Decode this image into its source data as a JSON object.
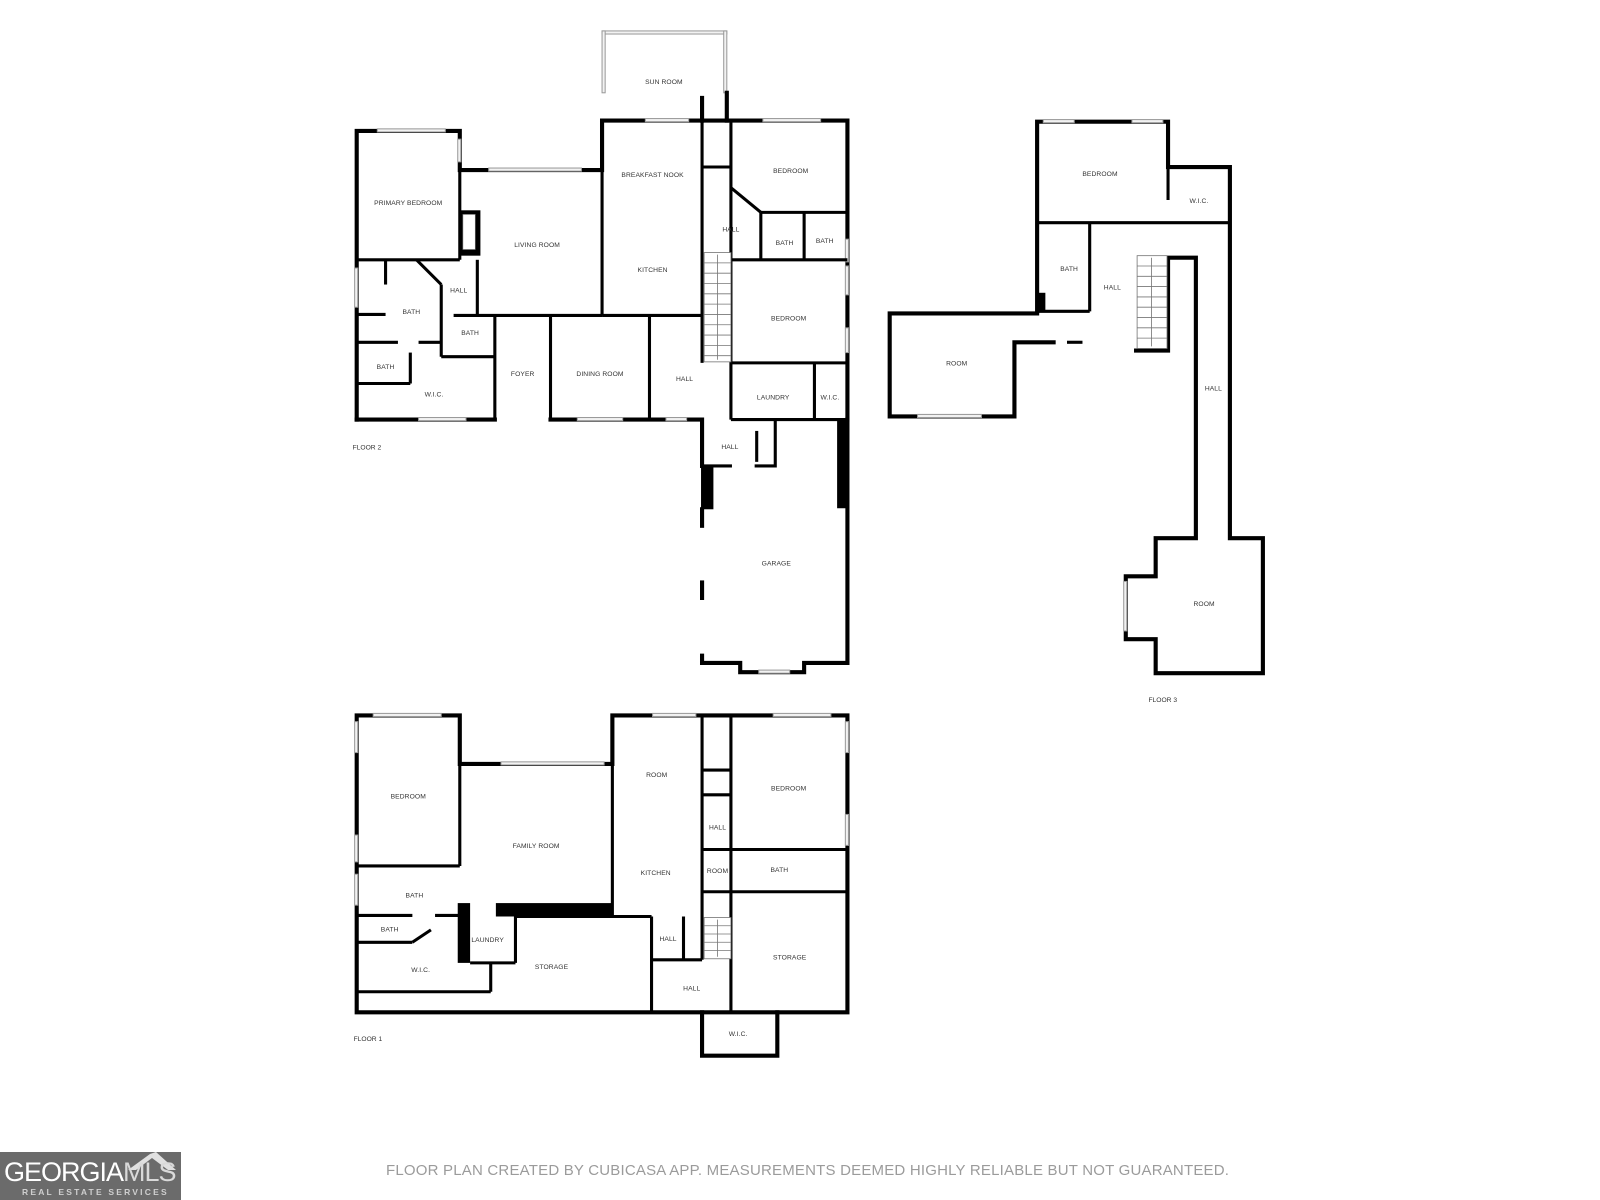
{
  "floors": [
    {
      "label": "FLOOR 2",
      "rooms": {
        "sun_room": "SUN ROOM",
        "primary_bedroom": "PRIMARY BEDROOM",
        "living_room": "LIVING ROOM",
        "breakfast_nook": "BREAKFAST NOOK",
        "kitchen": "KITCHEN",
        "bedroom_1": "BEDROOM",
        "hall_upper": "HALL",
        "bath_a": "BATH",
        "bath_b": "BATH",
        "bedroom_2": "BEDROOM",
        "hall_primary": "HALL",
        "bath_primary": "BATH",
        "bath_hall": "BATH",
        "bath_small": "BATH",
        "wic": "W.I.C.",
        "foyer": "FOYER",
        "dining_room": "DINING ROOM",
        "hall_center": "HALL",
        "laundry": "LAUNDRY",
        "wic_2": "W.I.C.",
        "hall_garage": "HALL",
        "garage": "GARAGE"
      }
    },
    {
      "label": "FLOOR 3",
      "rooms": {
        "bedroom": "BEDROOM",
        "wic": "W.I.C.",
        "bath": "BATH",
        "hall": "HALL",
        "room_left": "ROOM",
        "hall_long": "HALL",
        "room_bottom": "ROOM"
      }
    },
    {
      "label": "FLOOR 1",
      "rooms": {
        "bedroom_left": "BEDROOM",
        "family_room": "FAMILY ROOM",
        "room": "ROOM",
        "kitchen": "KITCHEN",
        "bedroom_right": "BEDROOM",
        "hall_1": "HALL",
        "room_small": "ROOM",
        "bath_right": "BATH",
        "bath_left": "BATH",
        "bath_small": "BATH",
        "laundry": "LAUNDRY",
        "wic": "W.I.C.",
        "storage_left": "STORAGE",
        "hall_2": "HALL",
        "storage_right": "STORAGE",
        "hall_3": "HALL",
        "wic_2": "W.I.C."
      }
    }
  ],
  "footer": {
    "disclaimer": "FLOOR PLAN CREATED BY CUBICASA APP. MEASUREMENTS DEEMED HIGHLY RELIABLE BUT NOT GUARANTEED.",
    "logo": {
      "main_left": "GEORGIA",
      "main_right": "MLS",
      "sub": "REAL ESTATE SERVICES",
      "icon": "roof-icon"
    }
  },
  "colors": {
    "wall": "#000000",
    "label": "#333333",
    "disclaimer": "#9b9b9b",
    "logo_bg": "#6b6b6b"
  }
}
